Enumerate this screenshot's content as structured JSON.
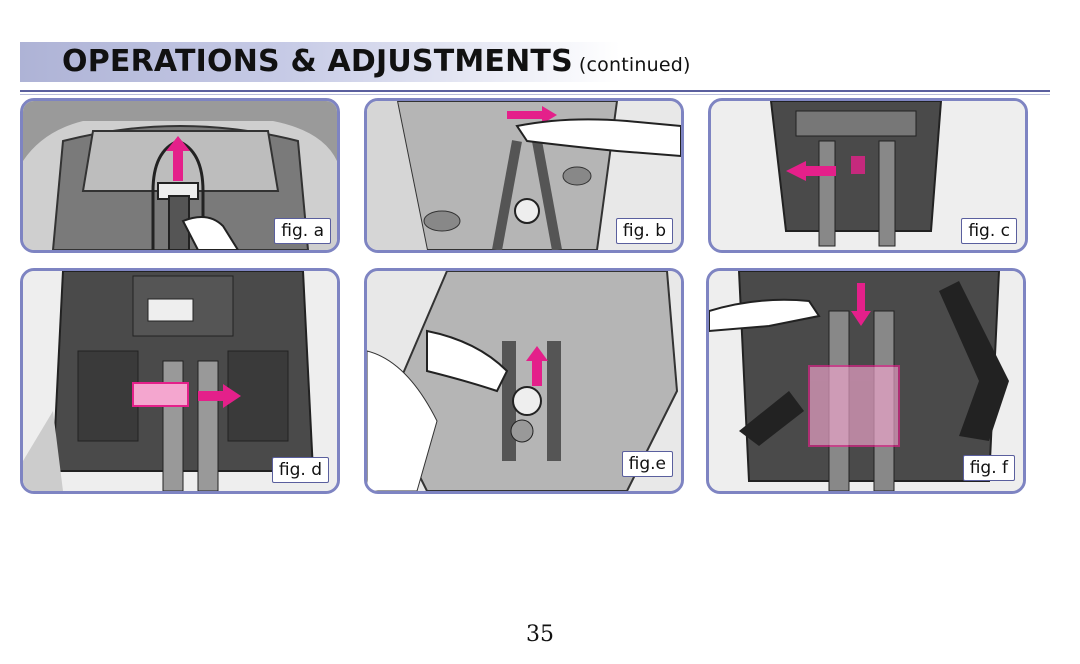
{
  "header": {
    "title": "OPERATIONS & ADJUSTMENTS",
    "subtitle": "(continued)"
  },
  "figures": [
    {
      "label": "fig. a"
    },
    {
      "label": "fig. b"
    },
    {
      "label": "fig. c"
    },
    {
      "label": "fig. d"
    },
    {
      "label": "fig.e"
    },
    {
      "label": "fig. f"
    }
  ],
  "page_number": "35",
  "colors": {
    "accent": "#e4208a",
    "border": "#7e84c2",
    "header_band": "#aeb3d6"
  }
}
